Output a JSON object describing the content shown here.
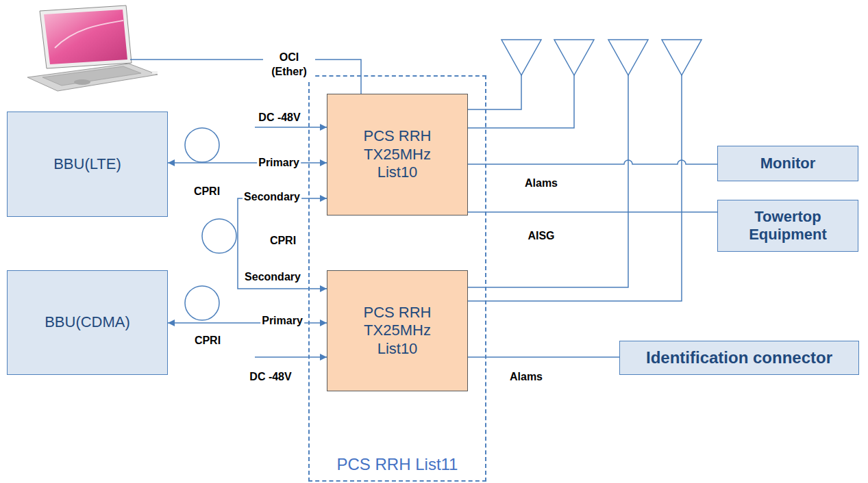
{
  "diagram": {
    "nodes": [
      {
        "text": [
          "BBU(LTE)"
        ]
      },
      {
        "text": [
          "PCS RRH List11"
        ]
      },
      {
        "text": [
          "PCS RRH TX25MHz List10"
        ],
        "in": 1
      },
      {
        "text": [
          "PCS RRH TX25MHz List10"
        ],
        "in": 1
      },
      {
        "text": [
          "Monitor"
        ]
      },
      {
        "text": [
          "Towertop Equipment"
        ]
      },
      {
        "text": [
          "BBU(CDMA)"
        ]
      },
      {
        "text": [
          "Identification connector"
        ]
      }
    ],
    "edges": [
      {
        "from": 0,
        "to": 2,
        "label": "Primary",
        "arrow": "both"
      },
      {
        "from": 2,
        "to": 3,
        "label": "Secondary",
        "arrow": "both"
      },
      {
        "from": 6,
        "to": 3,
        "label": "Primary",
        "arrow": "both"
      },
      {
        "from": 2,
        "to": 4,
        "label": "Alams",
        "arrow": "none"
      },
      {
        "from": 2,
        "to": 5,
        "label": "AISG",
        "arrow": "none"
      },
      {
        "from": 3,
        "to": 7,
        "label": "Alams",
        "arrow": "none"
      }
    ],
    "labels": [
      "OCI (Ether)",
      "DC -48V",
      "CPRI",
      "CPRI",
      "Secondary",
      "CPRI",
      "DC -48V"
    ]
  }
}
